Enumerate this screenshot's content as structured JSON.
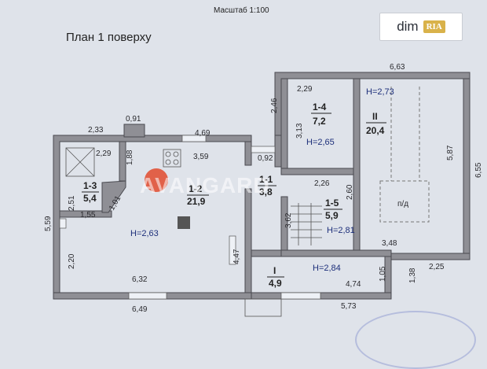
{
  "header": {
    "scale": "Масштаб 1:100",
    "title": "План 1 поверху"
  },
  "logo": {
    "dim": "dim",
    "ria": "RIA"
  },
  "watermark": "AVANGARD",
  "dimensions": {
    "d_233": "2,33",
    "d_091": "0,91",
    "d_469": "4,69",
    "d_229a": "2,29",
    "d_188": "1,88",
    "d_359": "3,59",
    "d_092": "0,92",
    "d_559": "5,59",
    "d_251": "2,51",
    "d_155": "1,55",
    "d_101": "1,01",
    "d_220": "2,20",
    "d_632": "6,32",
    "d_649": "6,49",
    "d_447": "4,47",
    "d_246": "2,46",
    "d_229b": "2,29",
    "d_313": "3,13",
    "d_663": "6,63",
    "d_587": "5,87",
    "d_655": "6,55",
    "d_226": "2,26",
    "d_260": "2,60",
    "d_362": "3,62",
    "d_348": "3,48",
    "d_225": "2,25",
    "d_138": "1,38",
    "d_105": "1,05",
    "d_474": "4,74",
    "d_573": "5,73"
  },
  "rooms": {
    "r13": {
      "num": "1-3",
      "area": "5,4"
    },
    "r12": {
      "num": "1-2",
      "area": "21,9",
      "height": "H=2,63"
    },
    "r11": {
      "num": "1-1",
      "area": "3,8"
    },
    "r14": {
      "num": "1-4",
      "area": "7,2",
      "height": "H=2,65"
    },
    "r15": {
      "num": "1-5",
      "area": "5,9",
      "height": "H=2,81"
    },
    "rI": {
      "num": "I",
      "area": "4,9",
      "height": "H=2,84"
    },
    "rII": {
      "num": "II",
      "area": "20,4",
      "height": "H=2,73",
      "pd": "п/д"
    }
  }
}
